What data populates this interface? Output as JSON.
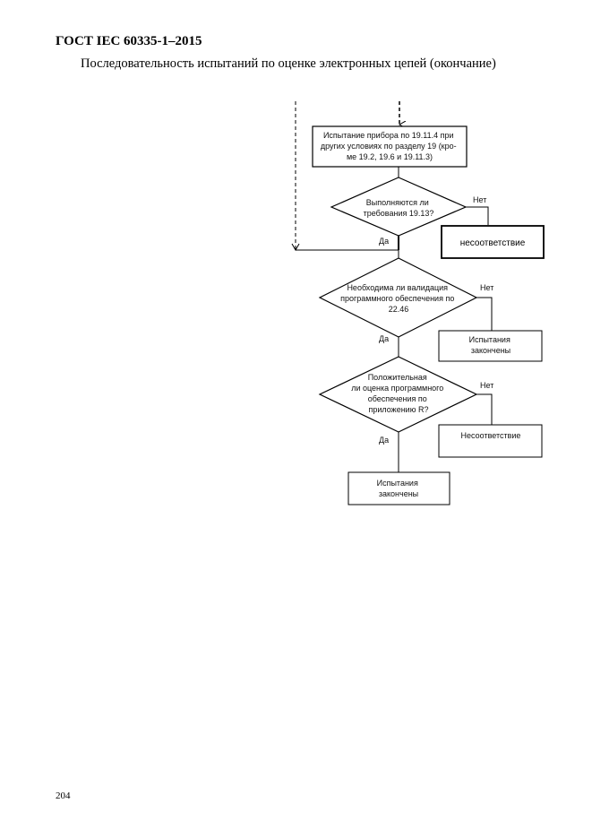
{
  "header": {
    "standard": "ГОСТ IEC 60335-1–2015",
    "subtitle": "Последовательность испытаний по оценке электронных цепей (окончание)"
  },
  "flowchart": {
    "box_test": [
      "Испытание прибора по 19.11.4 при",
      "других условиях по разделу 19 (кро-",
      "ме 19.2, 19.6 и 19.11.3)"
    ],
    "decision_1": [
      "Выполняются ли",
      "требования 19.13?"
    ],
    "result_nonconformity_1": "несоответствие",
    "decision_2": [
      "Необходима ли валидация",
      "программного обеспечения по",
      "22.46"
    ],
    "result_done_1": [
      "Испытания",
      "закончены"
    ],
    "decision_3": [
      "Положительная",
      "ли оценка программного",
      "обеспечения по",
      "приложению R?"
    ],
    "result_nonconformity_2": "Несоответствие",
    "result_done_2": [
      "Испытания",
      "закончены"
    ],
    "label_yes": "Да",
    "label_no": "Нет"
  },
  "footer": {
    "page_number": "204"
  }
}
